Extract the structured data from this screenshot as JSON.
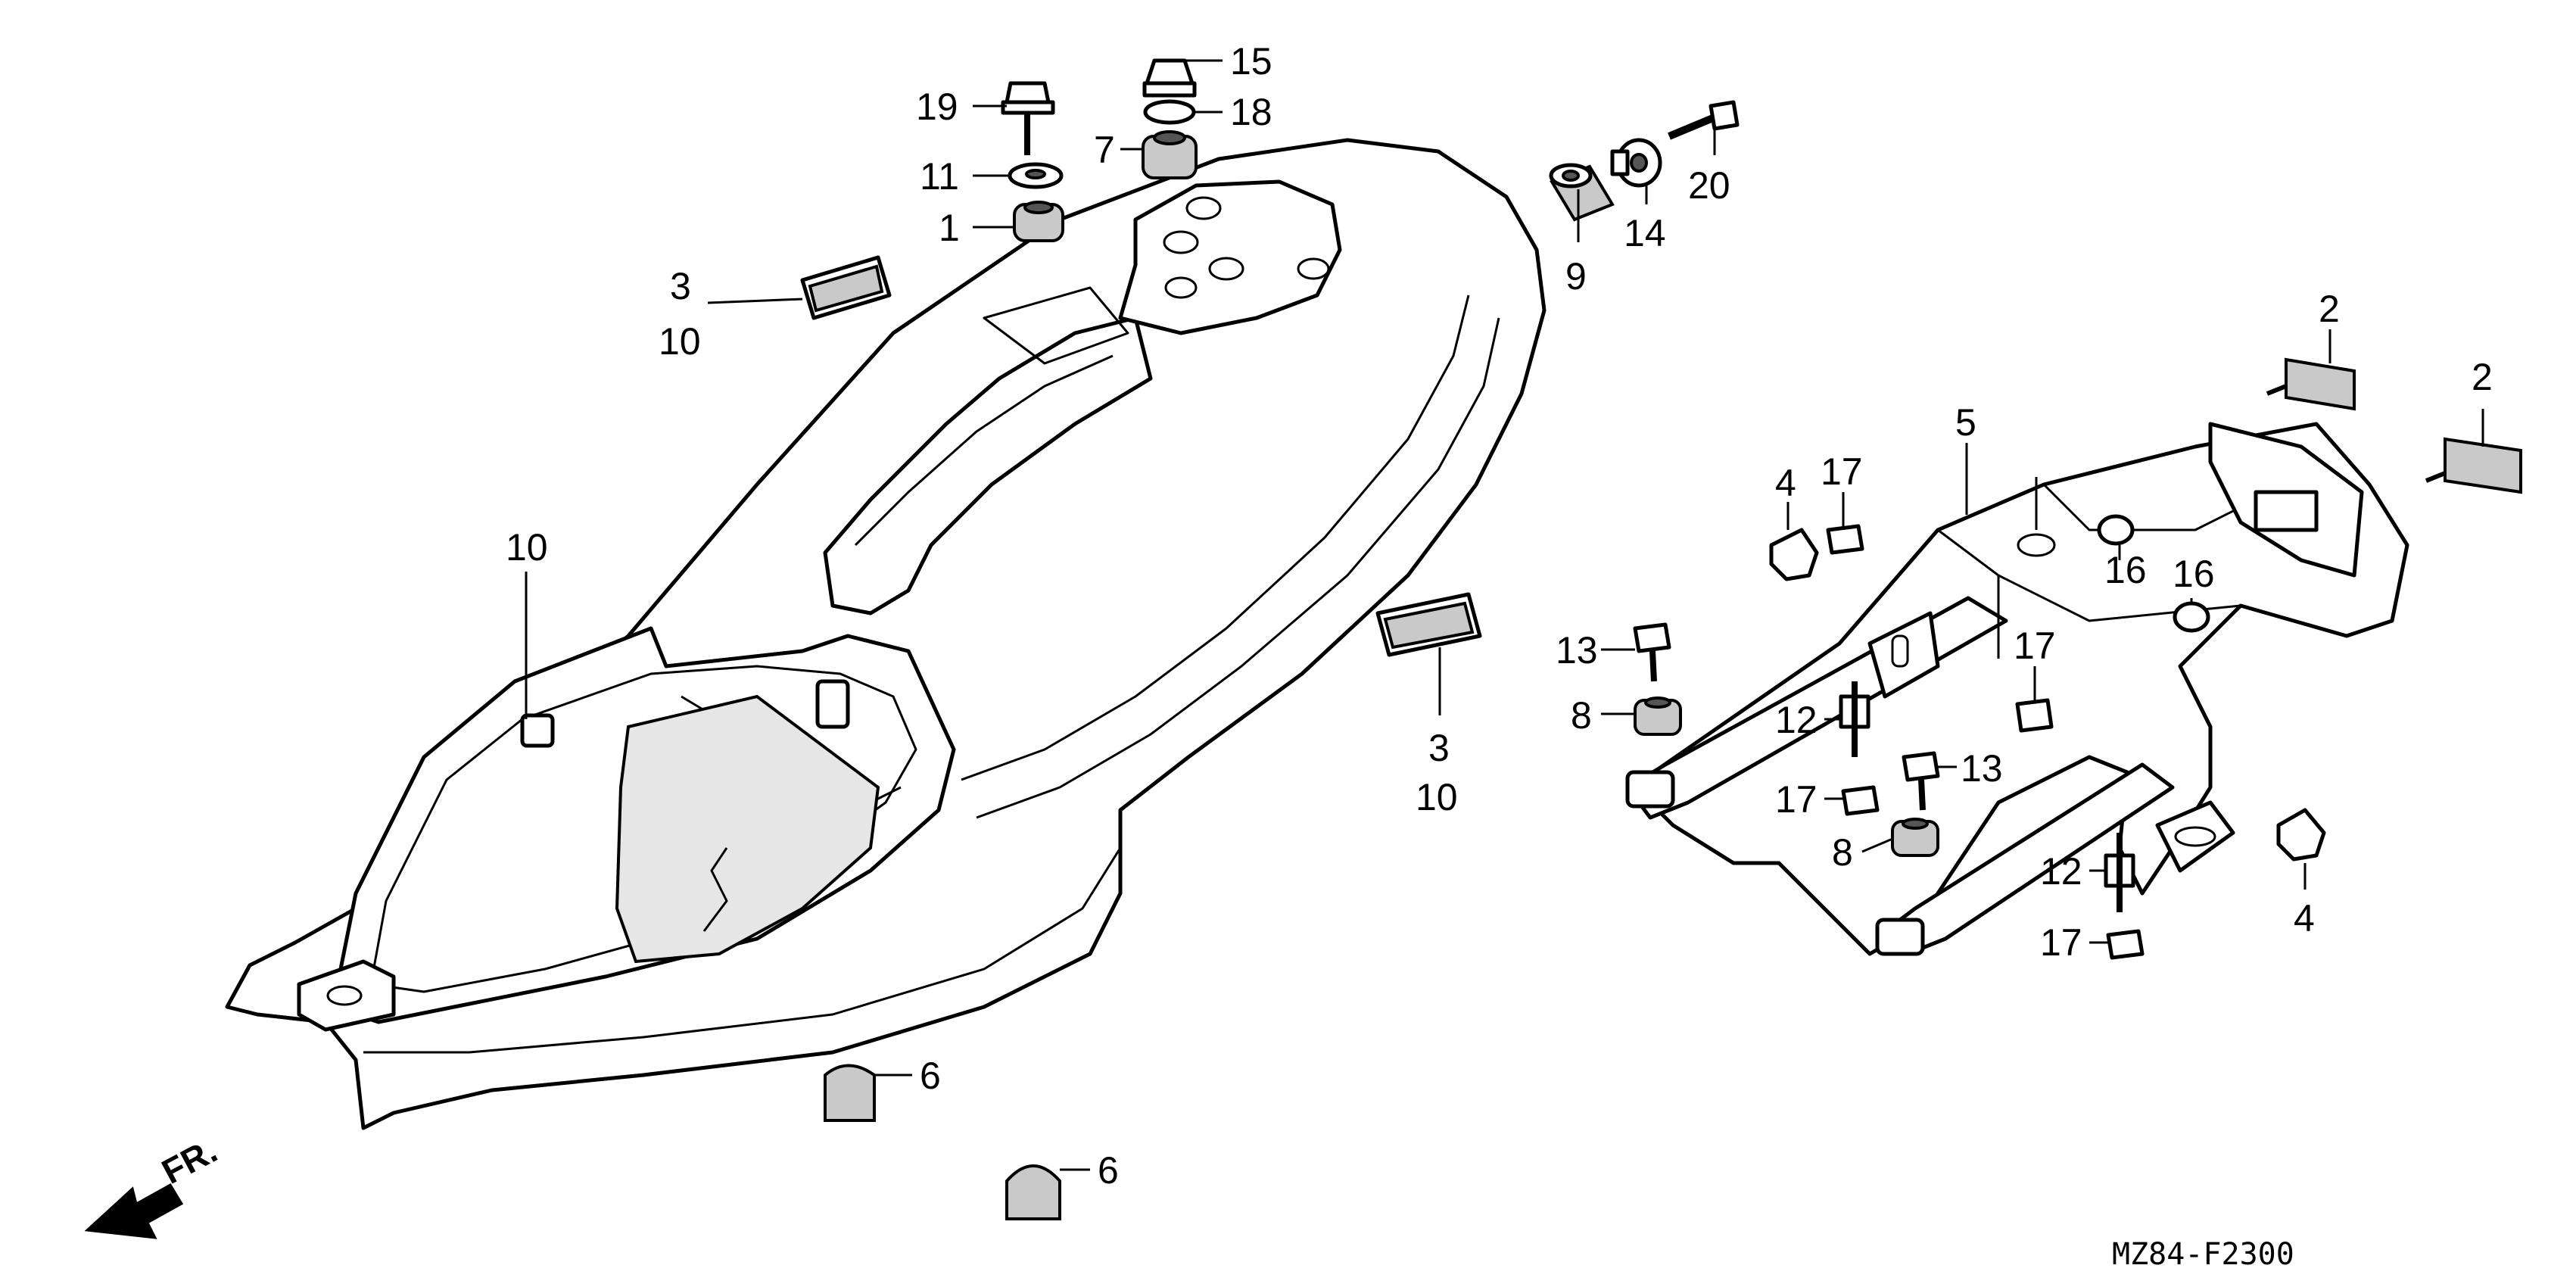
{
  "diagram": {
    "code": "MZ84-F2300",
    "front_marker": "FR.",
    "callouts": {
      "c15": "15",
      "c18": "18",
      "c19": "19",
      "c7": "7",
      "c11": "11",
      "c1": "1",
      "c3a": "3",
      "c10a": "10",
      "c10b": "10",
      "c9": "9",
      "c14": "14",
      "c20": "20",
      "c2a": "2",
      "c2b": "2",
      "c5": "5",
      "c4a": "4",
      "c17a": "17",
      "c16a": "16",
      "c16b": "16",
      "c13a": "13",
      "c8a": "8",
      "c17b": "17",
      "c12a": "12",
      "c13b": "13",
      "c17c": "17",
      "c8b": "8",
      "c3b": "3",
      "c10c": "10",
      "c12b": "12",
      "c17d": "17",
      "c4b": "4",
      "c6a": "6",
      "c6b": "6"
    }
  }
}
